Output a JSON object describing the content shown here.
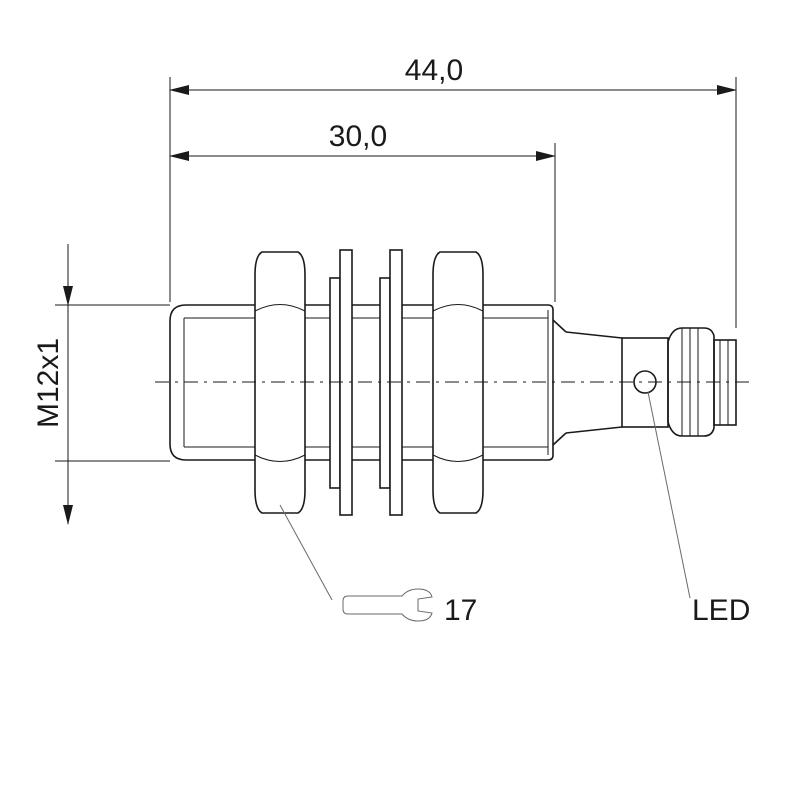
{
  "dimensions": {
    "overall_length": "44,0",
    "body_length": "30,0",
    "thread": "M12x1"
  },
  "wrench_size": "17",
  "led_label": "LED",
  "icons": {
    "wrench": "wrench-icon"
  }
}
